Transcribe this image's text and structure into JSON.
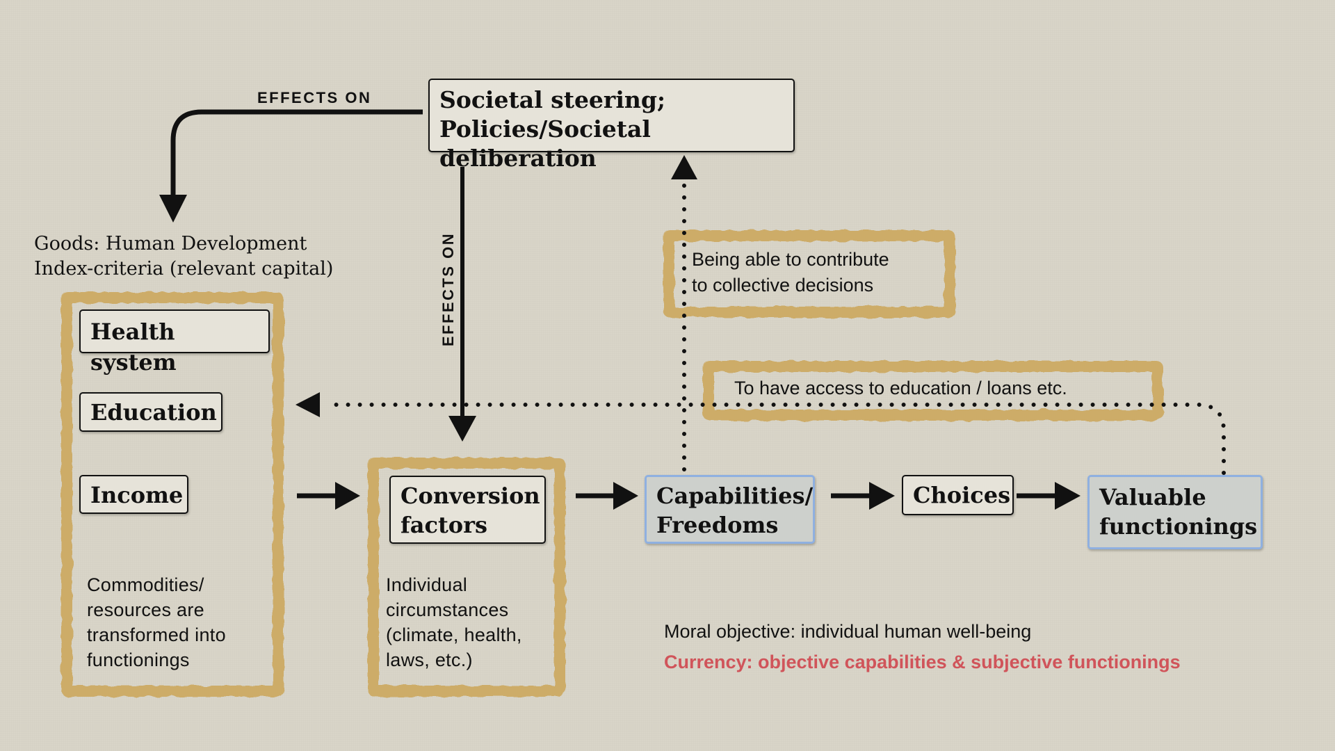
{
  "policy": {
    "line1": "Societal steering;",
    "line2": "Policies/Societal deliberation"
  },
  "effects_labels": {
    "top": "EFFECTS ON",
    "vertical": "EFFECTS ON"
  },
  "goods": {
    "line1": "Goods: Human Development",
    "line2": "Index-criteria (relevant capital)",
    "items": [
      "Health system",
      "Education",
      "Income"
    ],
    "description": [
      "Commodities/",
      "resources are",
      "transformed into",
      "functionings"
    ]
  },
  "conversion": {
    "title_line1": "Conversion",
    "title_line2": "factors",
    "description": [
      "Individual",
      "circumstances",
      "(climate, health,",
      "laws, etc.)"
    ]
  },
  "capabilities": {
    "line1": "Capabilities/",
    "line2": "Freedoms"
  },
  "choices": {
    "label": "Choices"
  },
  "functionings": {
    "line1": "Valuable",
    "line2": "functionings"
  },
  "collective": {
    "line1": "Being able to contribute",
    "line2": "to collective decisions"
  },
  "access": {
    "label": "To have access to education / loans etc."
  },
  "footer": {
    "moral": "Moral objective: individual human well-being",
    "currency": "Currency: objective capabilities & subjective functionings"
  },
  "colors": {
    "background": "#d9d5c8",
    "gold_frame": "#cdac68",
    "blue_border": "#8fb0e0",
    "currency_text": "#d0545a"
  }
}
